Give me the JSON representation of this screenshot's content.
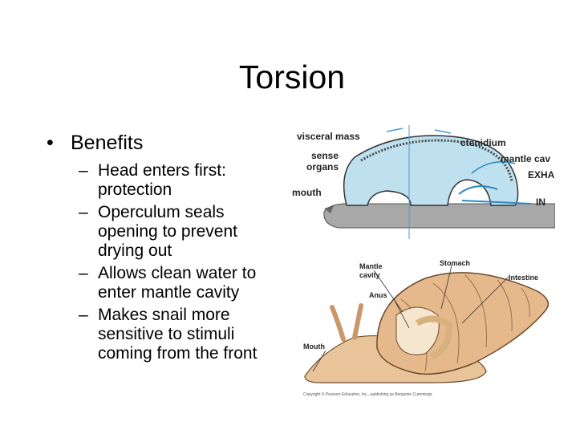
{
  "slide": {
    "title": "Torsion",
    "main_bullet": "Benefits",
    "sub_bullets": [
      "Head enters first:\nprotection",
      "Operculum seals\nopening to prevent\ndrying out",
      "Allows clean water to\nenter mantle cavity",
      "Makes snail more\nsensitive to stimuli\ncoming from the front"
    ]
  },
  "figure_top": {
    "labels": {
      "visceral_mass": "visceral mass",
      "ctenidium": "ctenidium",
      "sense": "sense",
      "organs": "organs",
      "mantle_cav": "mantle cav",
      "exha": "EXHA",
      "mouth": "mouth",
      "in": "IN"
    }
  },
  "figure_bottom": {
    "labels": {
      "mantle": "Mantle",
      "cavity": "cavity",
      "stomach": "Stomach",
      "intestine": "Intestine",
      "anus": "Anus",
      "mouth": "Mouth"
    },
    "credit": "Copyright © Pearson Education, Inc., publishing as Benjamin Cummings."
  }
}
